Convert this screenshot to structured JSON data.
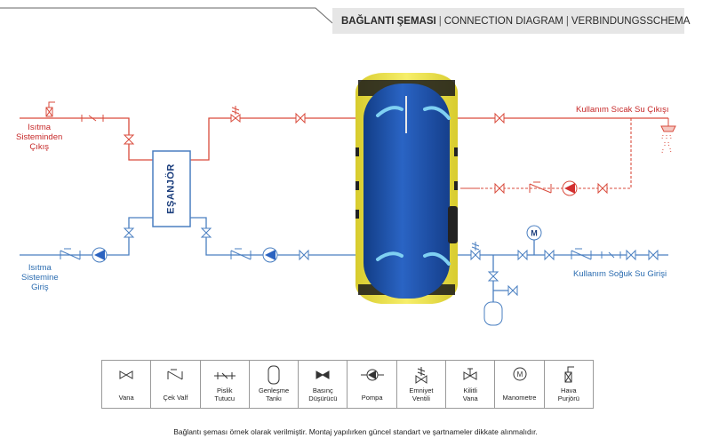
{
  "header": {
    "title_tr": "BAĞLANTI ŞEMASI",
    "title_en": "CONNECTION DIAGRAM",
    "title_de": "VERBINDUNGSSCHEMA",
    "separator": "|"
  },
  "diagram": {
    "heating_outlet_label": "Isıtma\nSisteminden\nÇıkış",
    "heating_inlet_label": "Isıtma\nSistemine\nGiriş",
    "exchanger_label": "EŞANJÖR",
    "hot_water_outlet_label": "Kullanım Sıcak Su Çıkışı",
    "cold_water_inlet_label": "Kullanım Soğuk Su Girişi",
    "manometer_letter": "M",
    "colors": {
      "hot_line": "#d94b3c",
      "cold_line": "#4a7fc1",
      "tank_body": "#1b4fa8",
      "tank_jacket": "#f2e64a"
    }
  },
  "legend": {
    "items": [
      {
        "icon": "valve-icon",
        "label": "Vana"
      },
      {
        "icon": "check-valve-icon",
        "label": "Çek Valf"
      },
      {
        "icon": "strainer-icon",
        "label": "Pislik\nTutucu"
      },
      {
        "icon": "expansion-tank-icon",
        "label": "Genleşme\nTankı"
      },
      {
        "icon": "pressure-reducer-icon",
        "label": "Basınç\nDüşürücü"
      },
      {
        "icon": "pump-icon",
        "label": "Pompa"
      },
      {
        "icon": "safety-valve-icon",
        "label": "Emniyet\nVentili"
      },
      {
        "icon": "lockable-valve-icon",
        "label": "Kilitli\nVana"
      },
      {
        "icon": "manometer-icon",
        "label": "Manometre"
      },
      {
        "icon": "air-vent-icon",
        "label": "Hava\nPurjörü"
      }
    ]
  },
  "footnote": "Bağlantı şeması örnek olarak verilmiştir. Montaj yapılırken güncel standart ve şartnameler dikkate alınmalıdır."
}
